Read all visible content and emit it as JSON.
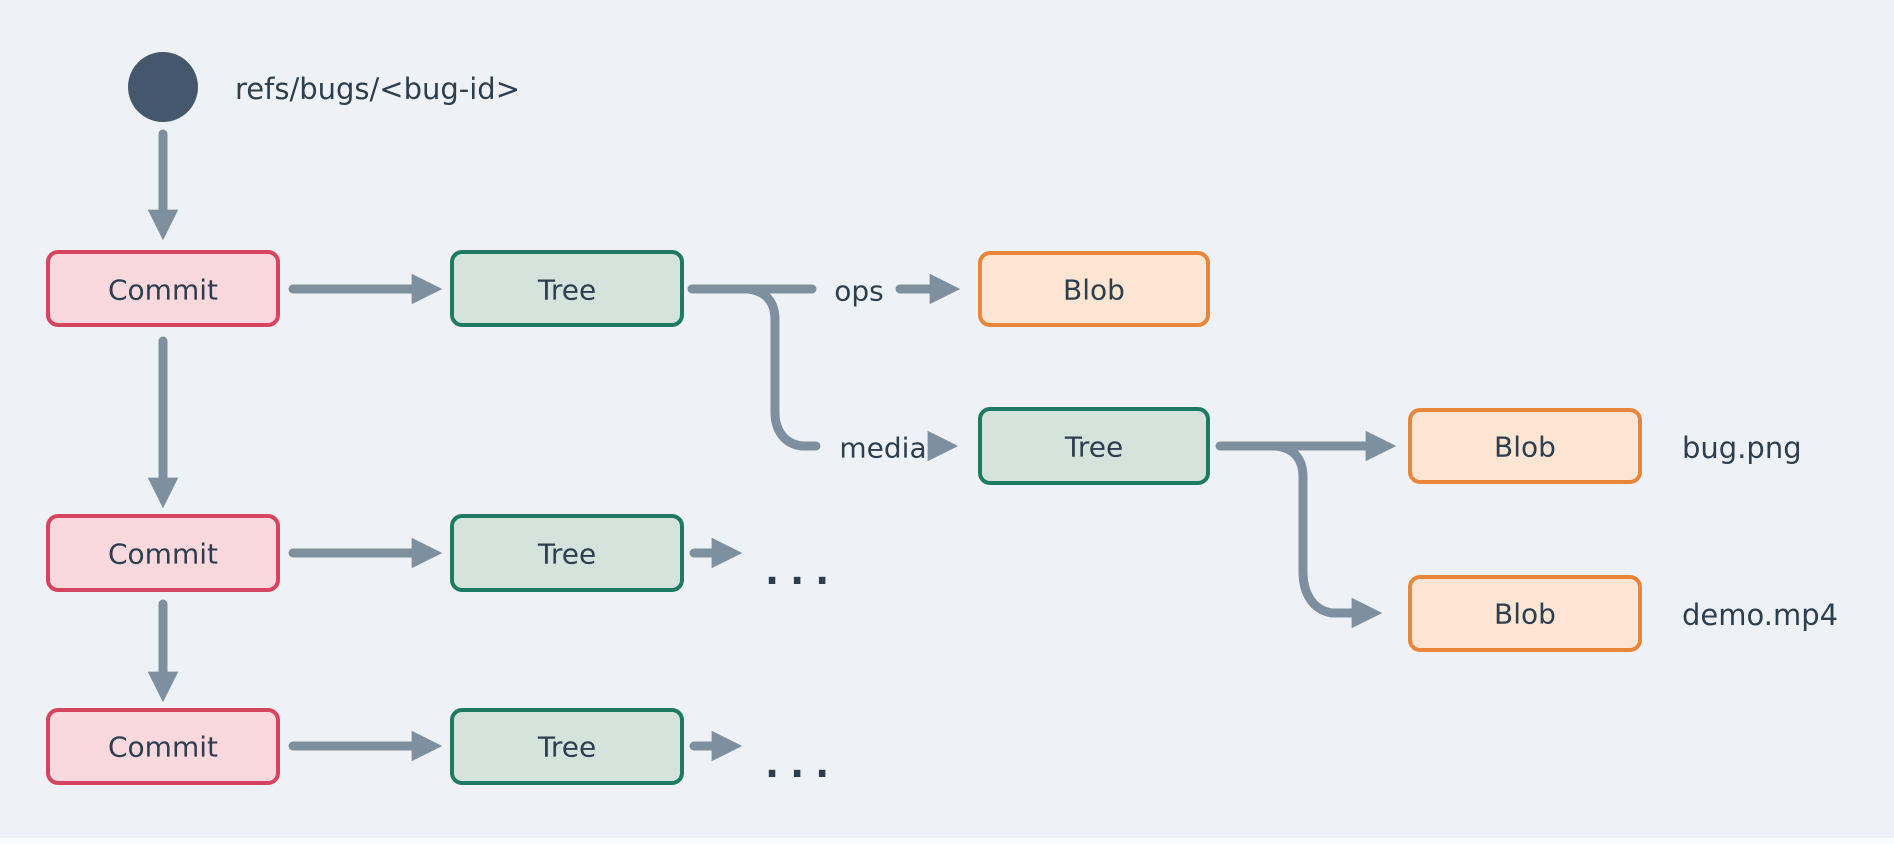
{
  "colors": {
    "bg": "#eef2f6",
    "edge": "#7e909f",
    "text": "#2d3e4f",
    "circle": "#44576b",
    "commit-fill": "#f9d8de",
    "commit-border": "#d5455f",
    "tree-fill": "#d4e4dd",
    "tree-border": "#1e7b61",
    "blob-fill": "#fce5d2",
    "blob-border": "#e8873b"
  },
  "ref": {
    "label": "refs/bugs/<bug-id>"
  },
  "nodes": {
    "commit1": {
      "label": "Commit"
    },
    "commit2": {
      "label": "Commit"
    },
    "commit3": {
      "label": "Commit"
    },
    "tree1": {
      "label": "Tree"
    },
    "tree2": {
      "label": "Tree"
    },
    "tree3": {
      "label": "Tree"
    },
    "treeMedia": {
      "label": "Tree"
    },
    "blobOps": {
      "label": "Blob"
    },
    "blobBug": {
      "label": "Blob"
    },
    "blobDemo": {
      "label": "Blob"
    }
  },
  "edges": {
    "ops": "ops",
    "media": "media"
  },
  "files": {
    "bugPng": "bug.png",
    "demoMp4": "demo.mp4"
  },
  "ellipsis": {
    "row2": "...",
    "row3": "..."
  }
}
